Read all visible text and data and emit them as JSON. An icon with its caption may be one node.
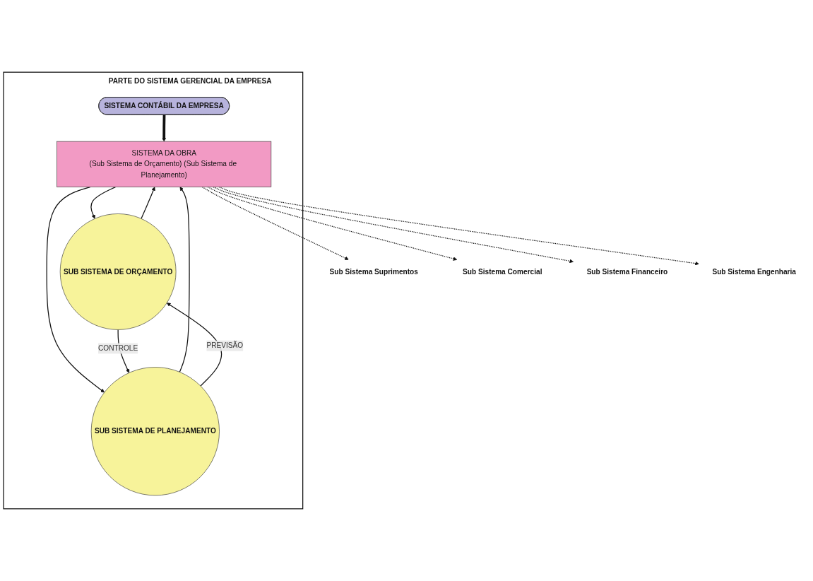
{
  "diagram": {
    "nodes": [
      {
        "text": [
          "PARTE DO SISTEMA GERENCIAL DA EMPRESA"
        ]
      },
      {
        "text": [
          "SISTEMA CONTÁBIL DA EMPRESA"
        ],
        "in": 0
      },
      {
        "text": [
          "SISTEMA DA OBRA",
          "(Sub Sistema de Orçamento) (Sub Sistema de Planejamento)"
        ],
        "in": 0
      },
      {
        "text": [
          "SUB SISTEMA DE ORÇAMENTO"
        ],
        "in": 0
      },
      {
        "text": [
          "SUB SISTEMA DE PLANEJAMENTO"
        ],
        "in": 0
      },
      {
        "text": [
          "Sub Sistema Suprimentos"
        ]
      },
      {
        "text": [
          "Sub Sistema Comercial"
        ]
      },
      {
        "text": [
          "Sub Sistema Financeiro"
        ]
      },
      {
        "text": [
          "Sub Sistema Engenharia"
        ]
      }
    ],
    "edges": [
      {
        "from": 1,
        "to": 2,
        "arrow": "to",
        "style": "thick"
      },
      {
        "from": 2,
        "to": 5,
        "arrow": "to",
        "style": "dashed"
      },
      {
        "from": 2,
        "to": 6,
        "arrow": "to",
        "style": "dashed"
      },
      {
        "from": 2,
        "to": 7,
        "arrow": "to",
        "style": "dashed"
      },
      {
        "from": 2,
        "to": 8,
        "arrow": "to",
        "style": "dashed"
      },
      {
        "from": 2,
        "to": 3,
        "arrow": "to"
      },
      {
        "from": 3,
        "to": 2,
        "arrow": "to"
      },
      {
        "from": 4,
        "to": 2,
        "arrow": "to"
      },
      {
        "from": 2,
        "to": 4,
        "arrow": "to"
      },
      {
        "from": 3,
        "to": 4,
        "arrow": "to",
        "label": "CONTROLE"
      },
      {
        "from": 4,
        "to": 3,
        "arrow": "to",
        "label": "PREVISÃO"
      }
    ]
  }
}
